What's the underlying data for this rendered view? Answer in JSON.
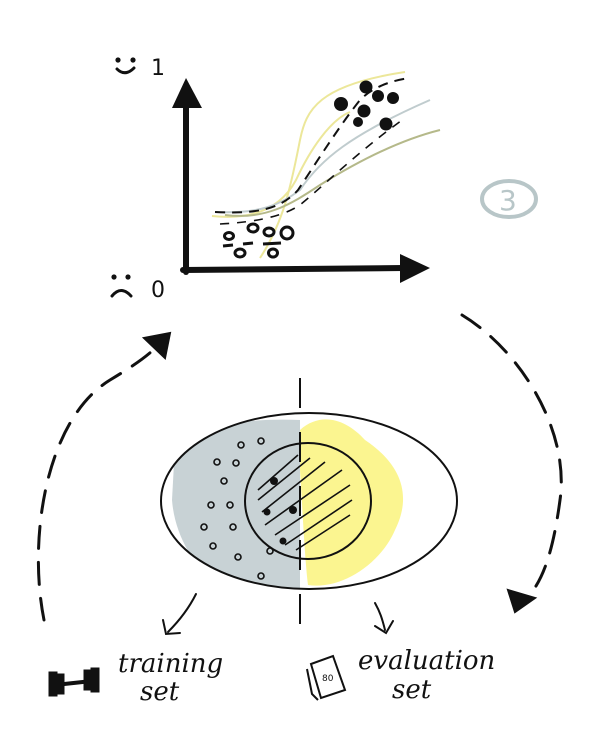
{
  "diagram": {
    "step_number": "3",
    "y_axis": {
      "top_label": "1",
      "bottom_label": "0"
    },
    "labels": {
      "training_line1": "training",
      "training_line2": "set",
      "evaluation_line1": "evaluation",
      "evaluation_line2": "set",
      "dumbbell_icon_text": "",
      "report_icon_text": "80"
    },
    "colors": {
      "ink": "#111111",
      "training_fill": "#c5d0d3",
      "evaluation_fill": "#fbf48a",
      "step_circle": "#b8c6c8",
      "curve_yellow": "#ece79a",
      "curve_grey": "#c0ccce",
      "curve_green": "#b5b98a"
    }
  }
}
